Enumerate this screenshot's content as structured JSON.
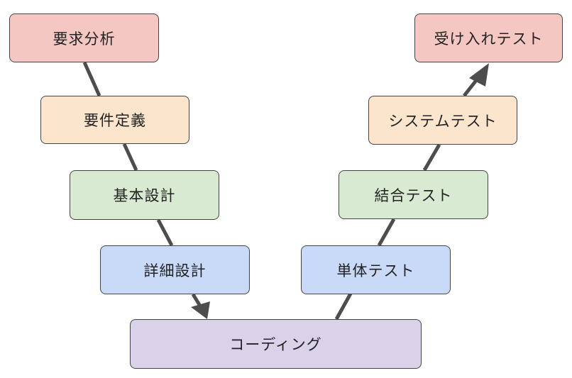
{
  "colors": {
    "requirements": "#f4c7c3",
    "definition": "#fce5cd",
    "design": "#d9ead3",
    "detail": "#c9daf8",
    "coding": "#d9d2e9",
    "connector": "#4d4d4d",
    "border": "#444444"
  },
  "nodes": {
    "requirements_analysis": "要求分析",
    "requirements_definition": "要件定義",
    "basic_design": "基本設計",
    "detailed_design": "詳細設計",
    "coding": "コーディング",
    "unit_test": "単体テスト",
    "integration_test": "結合テスト",
    "system_test": "システムテスト",
    "acceptance_test": "受け入れテスト"
  }
}
